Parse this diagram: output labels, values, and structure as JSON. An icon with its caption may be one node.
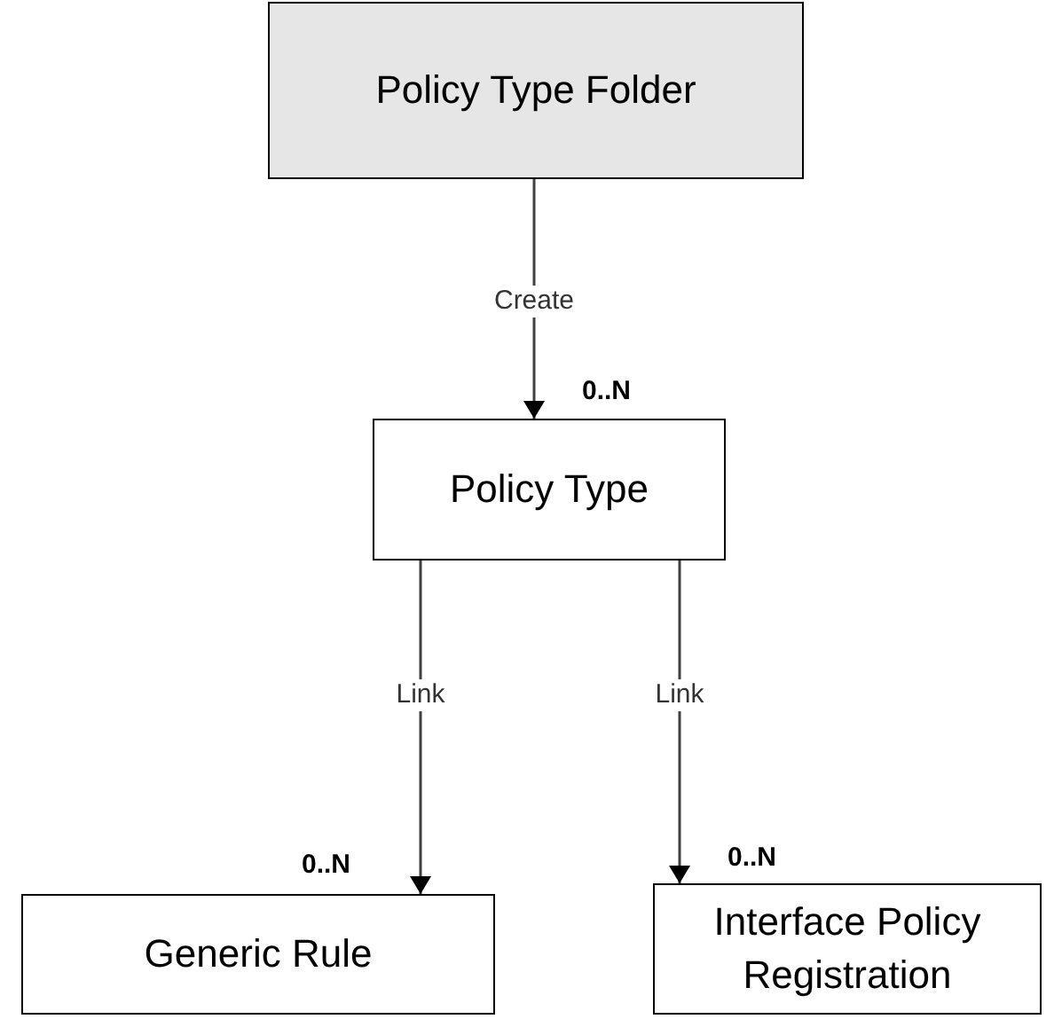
{
  "diagram": {
    "nodes": [
      {
        "text": [
          "Policy Type Folder"
        ]
      },
      {
        "text": [
          "Policy Type"
        ]
      },
      {
        "text": [
          "Generic Rule"
        ]
      },
      {
        "text": [
          "Interface Policy Registration"
        ]
      }
    ],
    "edges": [
      {
        "from": 0,
        "to": 1,
        "arrow": "to",
        "label": "Create"
      },
      {
        "from": 1,
        "to": 2,
        "arrow": "to",
        "label": "Link"
      },
      {
        "from": 1,
        "to": 3,
        "arrow": "to",
        "label": "Link"
      }
    ],
    "labels": [
      "0..N",
      "0..N",
      "0..N"
    ]
  }
}
